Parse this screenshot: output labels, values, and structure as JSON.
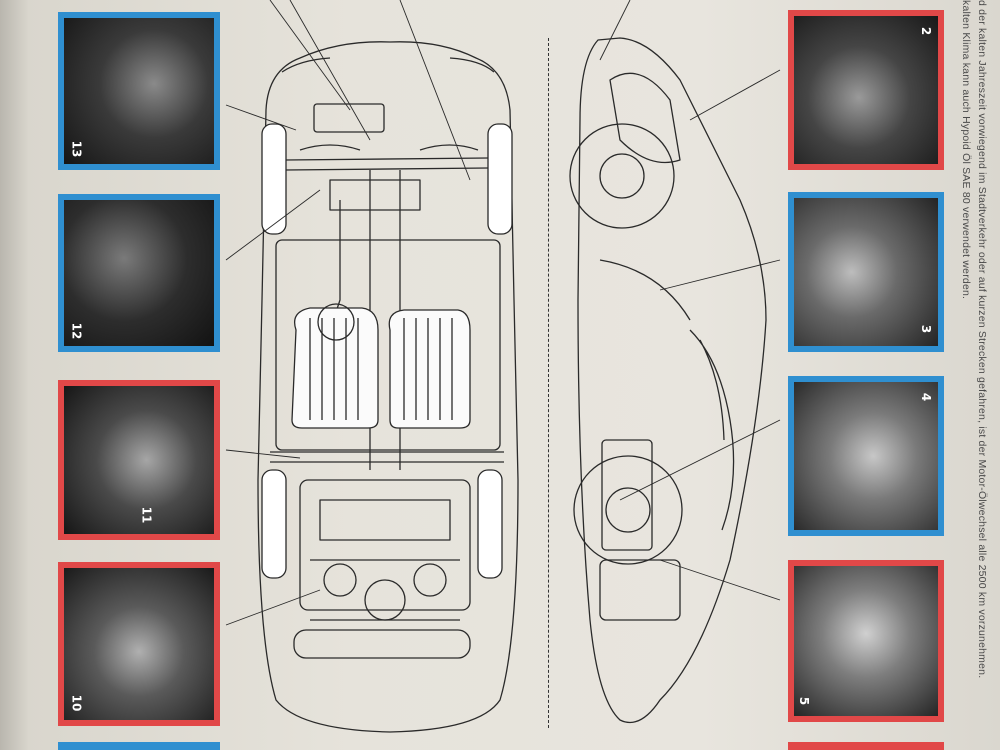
{
  "side_text": {
    "line1": "d der kalten Jahreszeit vorwiegend im Stadtverkehr oder auf kurzen Strecken gefahren, ist der Motor-Ölwechsel alle 2500 km vorzunehmen.",
    "line2": "kalten Klima kann auch Hypoid Öl SAE 80 verwendet werden."
  },
  "photos_left": [
    {
      "number": "13",
      "frame": "blue"
    },
    {
      "number": "12",
      "frame": "blue"
    },
    {
      "number": "11",
      "frame": "red"
    },
    {
      "number": "10",
      "frame": "red"
    }
  ],
  "photos_right": [
    {
      "number": "2",
      "frame": "red"
    },
    {
      "number": "3",
      "frame": "blue"
    },
    {
      "number": "4",
      "frame": "blue"
    },
    {
      "number": "5",
      "frame": "red"
    }
  ],
  "colors": {
    "red_frame": "#e14848",
    "blue_frame": "#2f8fd0",
    "paper": "#e6e3db",
    "ink": "#2a2a2a"
  },
  "diagram": {
    "left_view": "car-chassis-top-view",
    "right_view": "car-chassis-side-view"
  }
}
